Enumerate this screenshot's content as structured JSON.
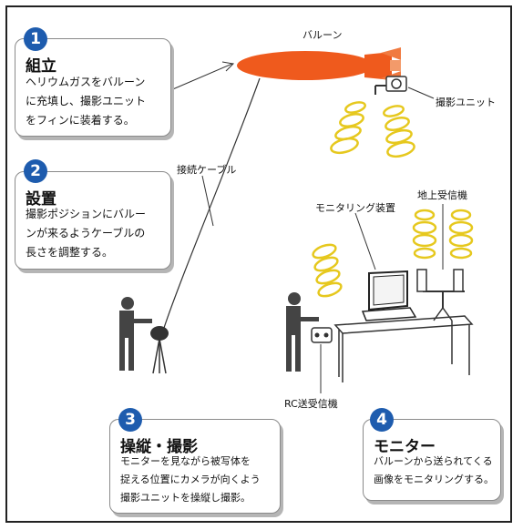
{
  "steps": [
    {
      "number": "1",
      "title": "組立",
      "lines": [
        "ヘリウムガスをバルーン",
        "に充填し、撮影ユニット",
        "をフィンに装着する。"
      ]
    },
    {
      "number": "2",
      "title": "設置",
      "lines": [
        "撮影ポジションにバルー",
        "ンが来るようケーブルの",
        "長さを調整する。"
      ]
    },
    {
      "number": "3",
      "title": "操縦・撮影",
      "lines": [
        "モニターを見ながら被写体を",
        "捉える位置にカメラが向くよう",
        "撮影ユニットを操縦し撮影。"
      ]
    },
    {
      "number": "4",
      "title": "モニター",
      "lines": [
        "バルーンから送られてくる",
        "画像をモニタリングする。"
      ]
    }
  ],
  "labels": {
    "balloon": "バルーン",
    "camera_unit": "撮影ユニット",
    "cable": "接続ケーブル",
    "monitor": "モニタリング装置",
    "ground_rx": "地上受信機",
    "rc": "RC送受信機"
  },
  "colors": {
    "accent": "#1e5cae",
    "balloon": "#ef5a1d",
    "signal": "#e6c81e"
  }
}
